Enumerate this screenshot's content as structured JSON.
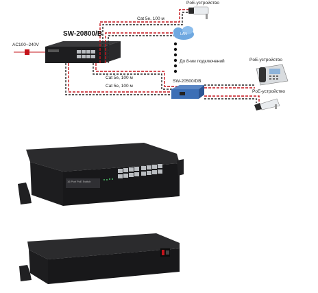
{
  "diagram": {
    "power_label": "AC100~240V",
    "main_switch_label": "SW-20800/B",
    "poe_device_top_label": "PoE-устройство",
    "cable_top_label": "Cat 5e, 100 м",
    "cloud_label": "LAN",
    "connections_label": "До 8-ми подключений",
    "poe_device_right_top_label": "PoE-устройство",
    "cable_mid1_label": "Cat 5e, 100 м",
    "cable_mid2_label": "Cat 5e, 100 м",
    "extender_label": "SW-20500/DB",
    "poe_device_right_bottom_label": "PoE-устройство",
    "switch_panel_text": "16 Port PoE Switch"
  },
  "colors": {
    "cable_red": "#c4141b",
    "cable_dark": "#222222",
    "device_body": "#1d1d1f",
    "port_grey": "#b9bcc0",
    "extender_blue": "#3c6fb6"
  },
  "icons": {
    "power_plug": "plug-icon",
    "camera": "camera-icon",
    "cloud": "cloud-icon",
    "phone": "ip-phone-icon"
  }
}
